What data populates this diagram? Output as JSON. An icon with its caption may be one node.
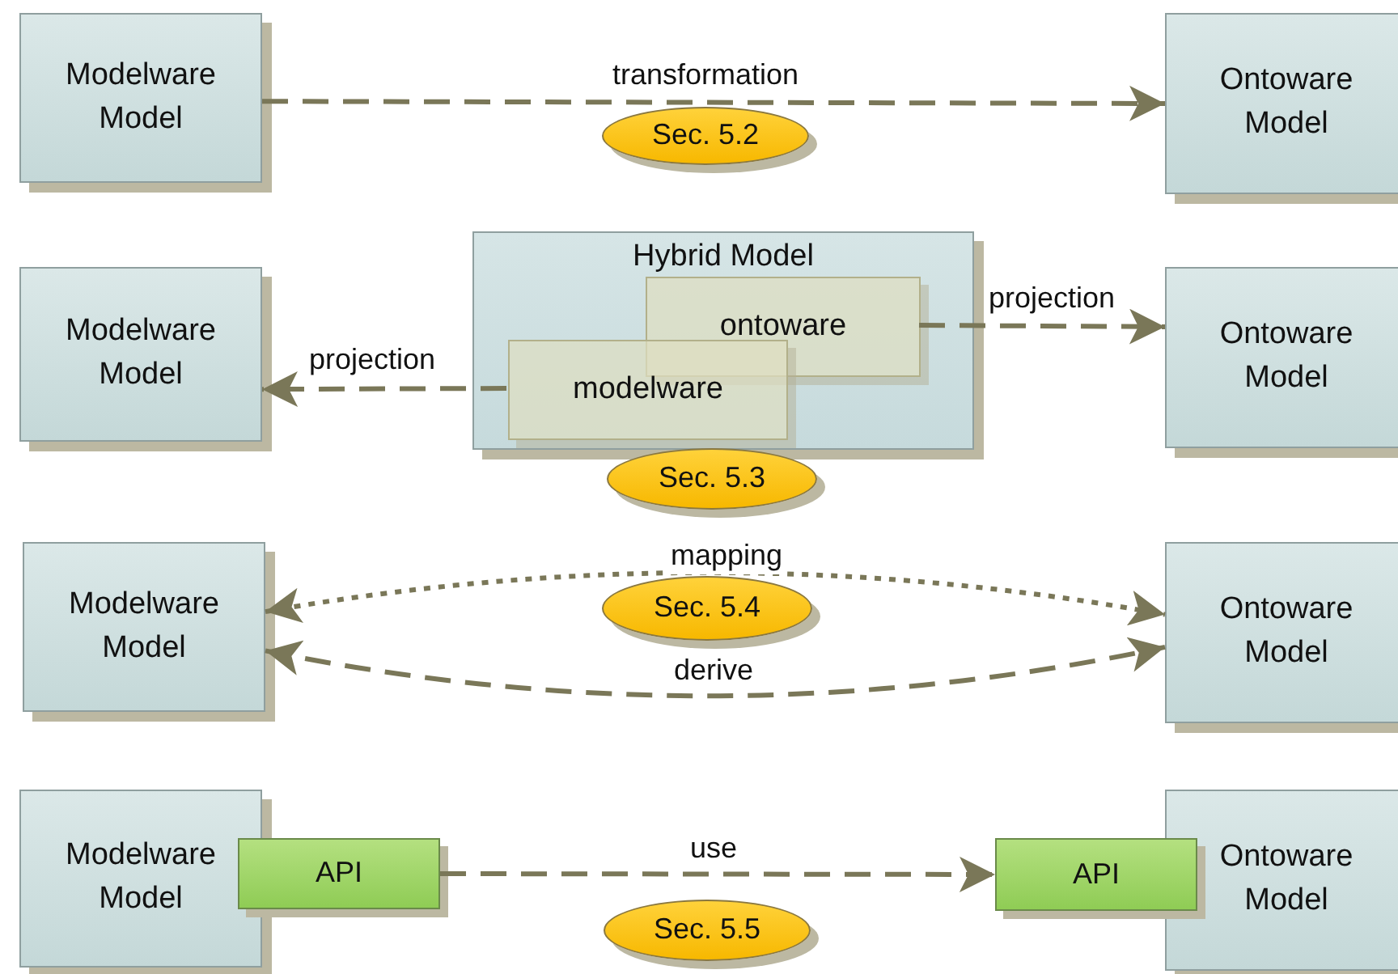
{
  "diagram": {
    "nodes": [
      {
        "text": [
          "Modelware Model"
        ]
      },
      {
        "text": [
          "Sec. 5.2"
        ]
      },
      {
        "text": [
          "Ontoware Model"
        ]
      },
      {
        "text": [
          "Modelware Model"
        ]
      },
      {
        "text": [
          "Hybrid Model"
        ]
      },
      {
        "text": [
          "ontoware"
        ],
        "in": 4
      },
      {
        "text": [
          "modelware"
        ],
        "in": 4
      },
      {
        "text": [
          "Sec. 5.3"
        ]
      },
      {
        "text": [
          "Ontoware Model"
        ]
      },
      {
        "text": [
          "Modelware Model"
        ]
      },
      {
        "text": [
          "Sec. 5.4"
        ]
      },
      {
        "text": [
          "Ontoware Model"
        ]
      },
      {
        "text": [
          "Modelware Model"
        ]
      },
      {
        "text": [
          "API"
        ]
      },
      {
        "text": [
          "Sec. 5.5"
        ]
      },
      {
        "text": [
          "API"
        ]
      },
      {
        "text": [
          "Ontoware Model"
        ]
      }
    ],
    "edges": [
      {
        "from": 0,
        "to": 2,
        "arrow": "to",
        "label": "transformation",
        "style": "dashed"
      },
      {
        "from": 6,
        "to": 3,
        "arrow": "to",
        "label": "projection",
        "style": "dashed"
      },
      {
        "from": 5,
        "to": 8,
        "arrow": "to",
        "label": "projection",
        "style": "dashed"
      },
      {
        "from": 9,
        "to": 11,
        "arrow": "both",
        "label": "mapping",
        "style": "dashed"
      },
      {
        "from": 9,
        "to": 11,
        "arrow": "both",
        "label": "derive",
        "style": "dashed"
      },
      {
        "from": 13,
        "to": 15,
        "arrow": "to",
        "label": "use",
        "style": "dashed"
      }
    ]
  }
}
